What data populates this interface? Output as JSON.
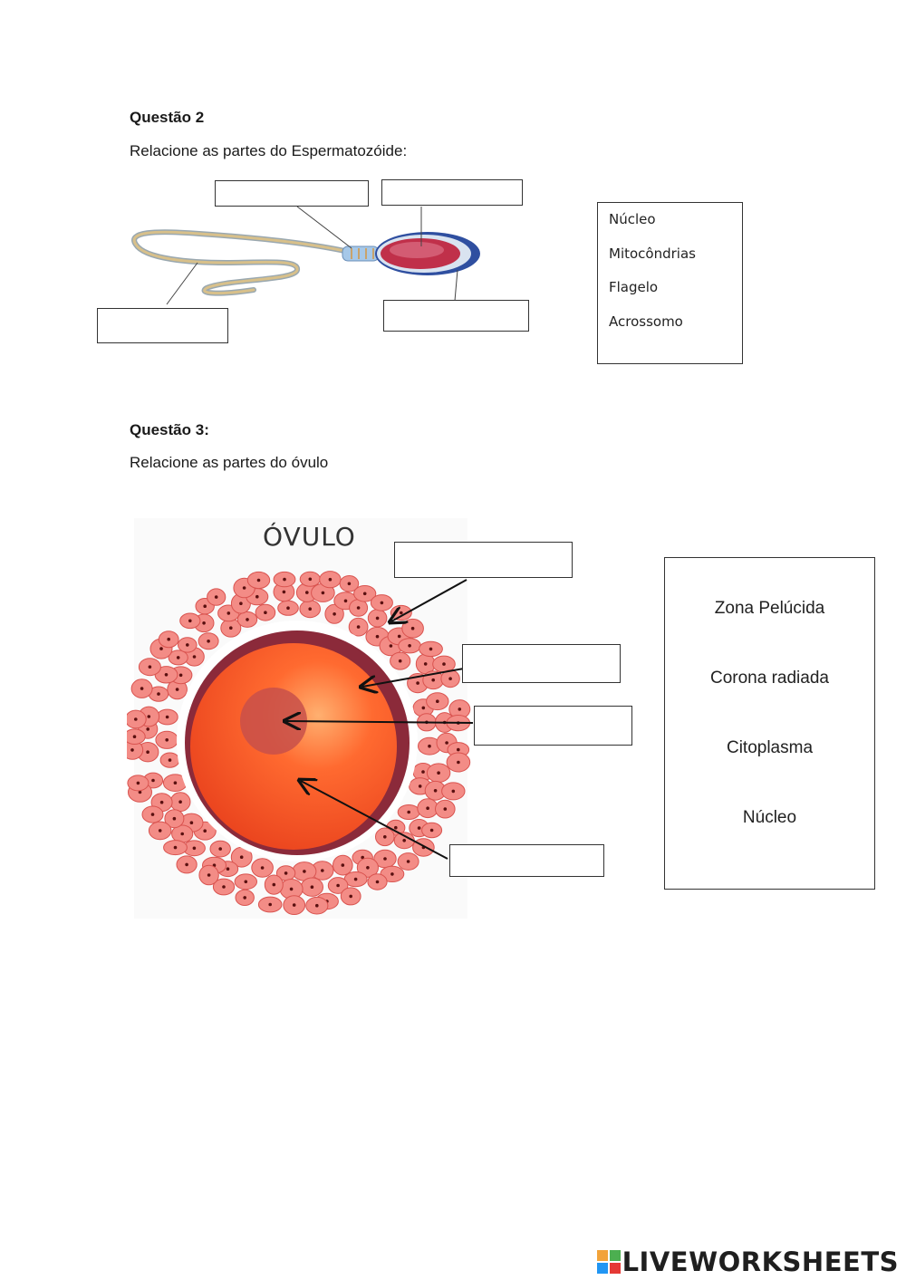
{
  "q2": {
    "title": "Questão 2",
    "instruction": "Relacione as partes do Espermatozóide:",
    "options": [
      "Núcleo",
      "Mitocôndrias",
      "Flagelo",
      "Acrossomo"
    ]
  },
  "q3": {
    "title": "Questão 3:",
    "instruction": "Relacione as partes do óvulo",
    "figure_title": "ÓVULO",
    "options": [
      "Zona Pelúcida",
      "Corona radiada",
      "Citoplasma",
      "Núcleo"
    ]
  },
  "logo": {
    "text": "LIVEWORKSHEETS"
  },
  "colors": {
    "cell": "#f08080",
    "cell_border": "#d9534f",
    "zona": "#8b2a3a",
    "cytoplasm": "#ff5a2a",
    "nucleus": "#c8504a",
    "sperm_head": "#c0304a",
    "sperm_tail": "#c9a36b"
  }
}
